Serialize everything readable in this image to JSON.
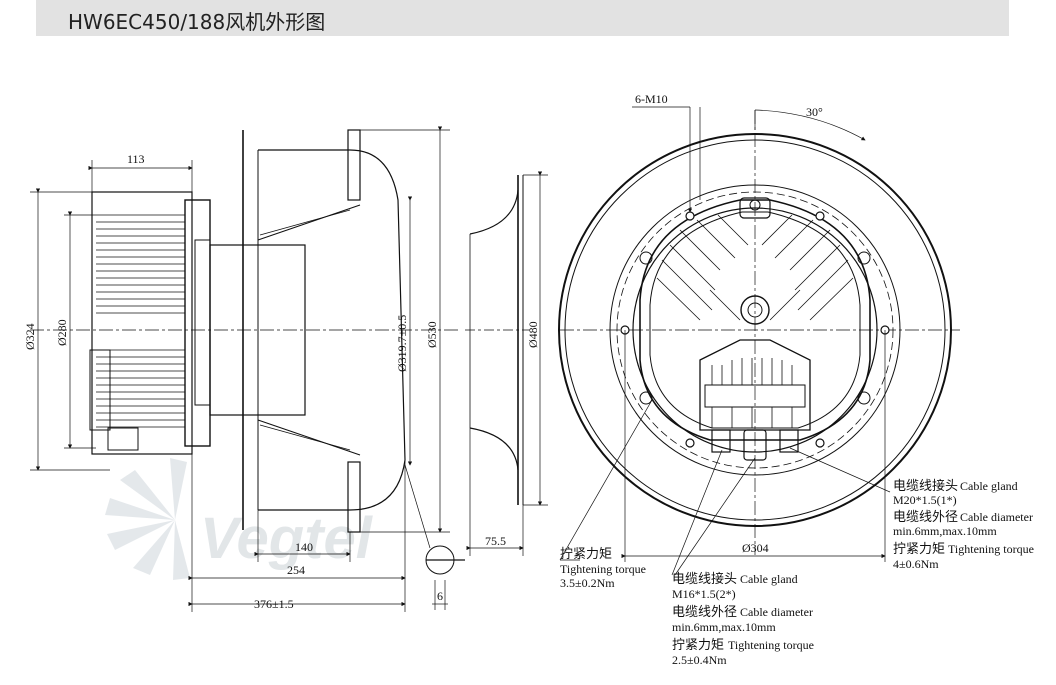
{
  "header": {
    "title": "HW6EC450/188风机外形图"
  },
  "watermark": {
    "text": "Vegtel"
  },
  "side_view": {
    "dim_113": "113",
    "dim_324": "Ø324",
    "dim_280": "Ø280",
    "dim_319": "Ø319.7±0.5",
    "dim_530": "Ø530",
    "dim_140": "140",
    "dim_254": "254",
    "dim_376": "376±1.5",
    "dim_6": "6"
  },
  "ring_view": {
    "dim_480": "Ø480",
    "dim_75": "75.5"
  },
  "front_view": {
    "bolt_label": "6-M10",
    "angle_label": "30°",
    "dim_304": "Ø304"
  },
  "annotations": {
    "torque_left": {
      "cn": "拧紧力矩",
      "en": "Tightening torque",
      "value": "3.5±0.2Nm"
    },
    "gland_right": {
      "cn1": "电缆线接头",
      "en1": "Cable gland",
      "spec": "M20*1.5(1*)",
      "cn2": "电缆线外径",
      "en2": "Cable diameter",
      "range": "min.6mm,max.10mm",
      "cn3": "拧紧力矩",
      "en3": "Tightening torque",
      "torque": "4±0.6Nm"
    },
    "gland_bottom": {
      "cn1": "电缆线接头",
      "en1": "Cable gland",
      "spec": "M16*1.5(2*)",
      "cn2": "电缆线外径",
      "en2": "Cable diameter",
      "range": "min.6mm,max.10mm",
      "cn3": "拧紧力矩",
      "en3": "Tightening torque",
      "torque": "2.5±0.4Nm"
    }
  }
}
